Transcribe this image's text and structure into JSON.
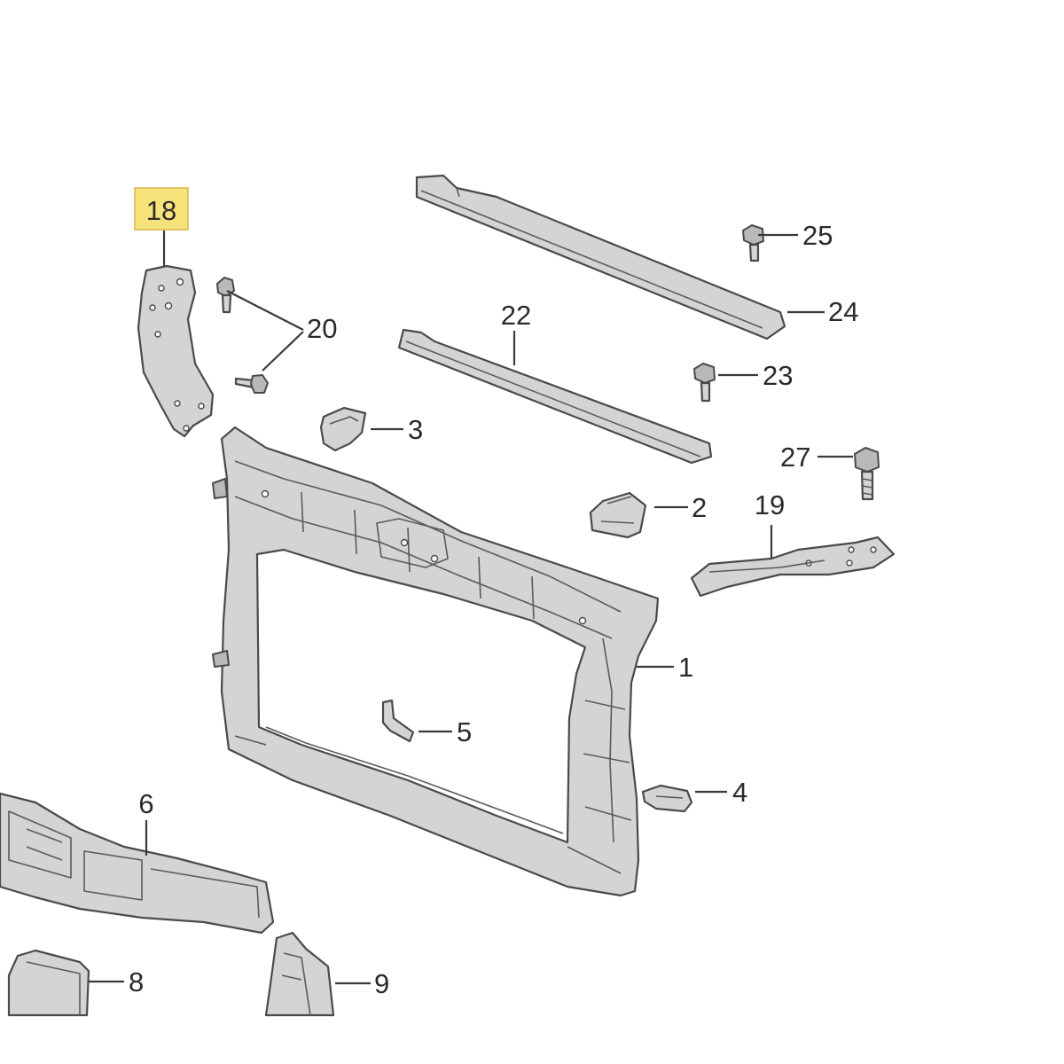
{
  "diagram": {
    "highlight_color": "#f6e27a",
    "part_fill": "#d4d4d4",
    "outline_color": "#4a4a4a",
    "callouts": {
      "c1": "1",
      "c2": "2",
      "c3": "3",
      "c4": "4",
      "c5": "5",
      "c6": "6",
      "c8": "8",
      "c9": "9",
      "c18": "18",
      "c19": "19",
      "c20": "20",
      "c22": "22",
      "c23": "23",
      "c24": "24",
      "c25": "25",
      "c27": "27"
    },
    "highlighted": "18"
  }
}
